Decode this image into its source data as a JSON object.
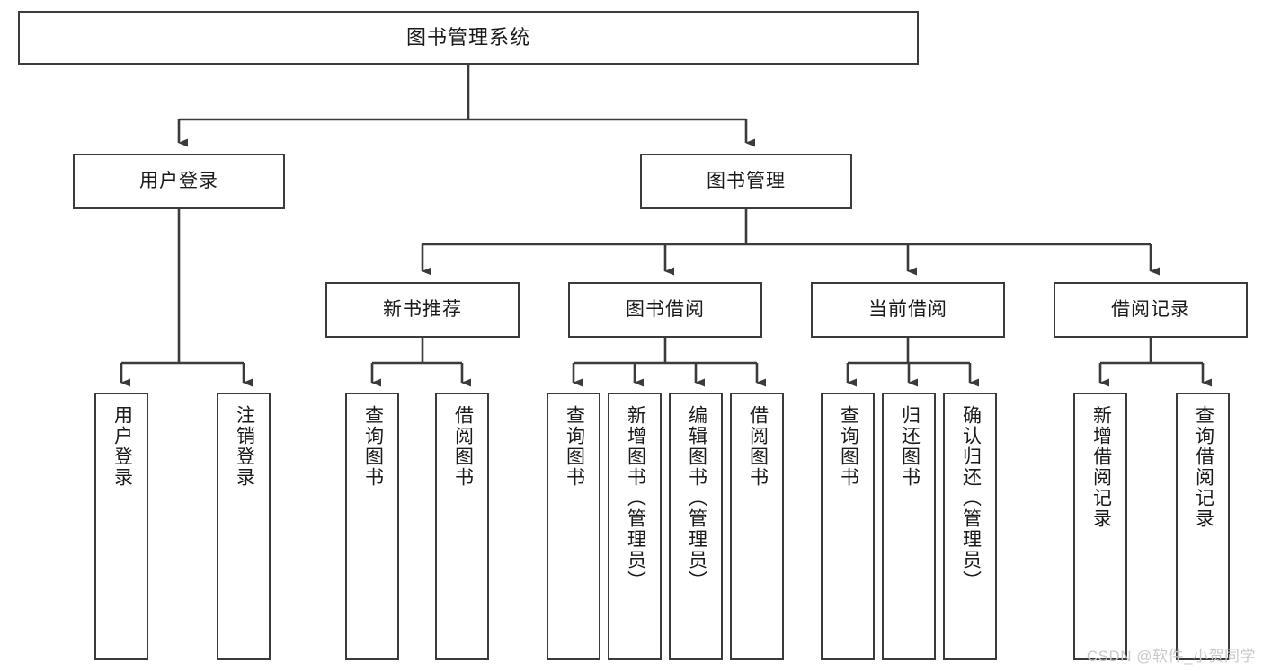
{
  "diagram": {
    "type": "tree",
    "title": "图书管理系统",
    "orientation": "top-down",
    "line_color": "#3b3b3b",
    "box_border_color": "#3b3b3b",
    "box_fill_color": "#ffffff",
    "text_color": "#1a1a1a"
  },
  "nodes": {
    "root": {
      "label": "图书管理系统",
      "level": 1
    },
    "level2": [
      {
        "label": "用户登录",
        "level": 2
      },
      {
        "label": "图书管理",
        "level": 2
      }
    ],
    "level3": [
      {
        "label": "新书推荐",
        "level": 3
      },
      {
        "label": "图书借阅",
        "level": 3
      },
      {
        "label": "当前借阅",
        "level": 3
      },
      {
        "label": "借阅记录",
        "level": 3
      }
    ],
    "leaves": {
      "user_login": [
        {
          "label": "用户登录"
        },
        {
          "label": "注销登录"
        }
      ],
      "new_book_recommend": [
        {
          "label": "查询图书"
        },
        {
          "label": "借阅图书"
        }
      ],
      "book_borrow": [
        {
          "label": "查询图书"
        },
        {
          "label": "新增图书（管理员）"
        },
        {
          "label": "编辑图书（管理员）"
        },
        {
          "label": "借阅图书"
        }
      ],
      "current_borrow": [
        {
          "label": "查询图书"
        },
        {
          "label": "归还图书"
        },
        {
          "label": "确认归还（管理员）"
        }
      ],
      "borrow_record": [
        {
          "label": "新增借阅记录"
        },
        {
          "label": "查询借阅记录"
        }
      ]
    }
  },
  "watermark": {
    "text": "CSDN @软件_小贺同学"
  }
}
